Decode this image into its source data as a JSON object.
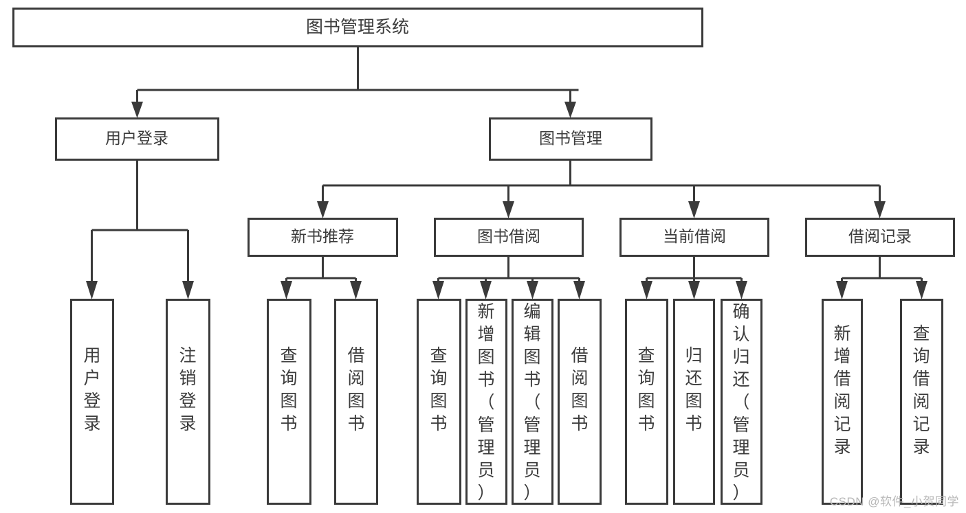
{
  "diagram": {
    "type": "tree-hierarchy",
    "title": "图书管理系统",
    "root": {
      "id": "root",
      "label": "图书管理系统",
      "orientation": "horizontal"
    },
    "level2": [
      {
        "id": "user-login",
        "label": "用户登录",
        "orientation": "horizontal"
      },
      {
        "id": "book-manage",
        "label": "图书管理",
        "orientation": "horizontal"
      }
    ],
    "level3": [
      {
        "id": "new-book-recommend",
        "label": "新书推荐",
        "parent": "book-manage",
        "orientation": "horizontal"
      },
      {
        "id": "book-borrow",
        "label": "图书借阅",
        "parent": "book-manage",
        "orientation": "horizontal"
      },
      {
        "id": "current-borrow",
        "label": "当前借阅",
        "parent": "book-manage",
        "orientation": "horizontal"
      },
      {
        "id": "borrow-record",
        "label": "借阅记录",
        "parent": "book-manage",
        "orientation": "horizontal"
      }
    ],
    "leaves": [
      {
        "id": "leaf-user-login",
        "label": "用户登录",
        "parent": "user-login",
        "orientation": "vertical"
      },
      {
        "id": "leaf-user-logout",
        "label": "注销登录",
        "parent": "user-login",
        "orientation": "vertical"
      },
      {
        "id": "leaf-query-book-1",
        "label": "查询图书",
        "parent": "new-book-recommend",
        "orientation": "vertical"
      },
      {
        "id": "leaf-borrow-book-1",
        "label": "借阅图书",
        "parent": "new-book-recommend",
        "orientation": "vertical"
      },
      {
        "id": "leaf-query-book-2",
        "label": "查询图书",
        "parent": "book-borrow",
        "orientation": "vertical"
      },
      {
        "id": "leaf-add-book",
        "label": "新增图书（管理员）",
        "parent": "book-borrow",
        "orientation": "vertical"
      },
      {
        "id": "leaf-edit-book",
        "label": "编辑图书（管理员）",
        "parent": "book-borrow",
        "orientation": "vertical"
      },
      {
        "id": "leaf-borrow-book-2",
        "label": "借阅图书",
        "parent": "book-borrow",
        "orientation": "vertical"
      },
      {
        "id": "leaf-query-book-3",
        "label": "查询图书",
        "parent": "current-borrow",
        "orientation": "vertical"
      },
      {
        "id": "leaf-return-book",
        "label": "归还图书",
        "parent": "current-borrow",
        "orientation": "vertical"
      },
      {
        "id": "leaf-confirm-return",
        "label": "确认归还（管理员）",
        "parent": "current-borrow",
        "orientation": "vertical"
      },
      {
        "id": "leaf-add-record",
        "label": "新增借阅记录",
        "parent": "borrow-record",
        "orientation": "vertical"
      },
      {
        "id": "leaf-query-record",
        "label": "查询借阅记录",
        "parent": "borrow-record",
        "orientation": "vertical"
      }
    ],
    "colors": {
      "box_stroke": "#3a3a3a",
      "box_fill": "#ffffff",
      "text": "#3c3c3c",
      "connector": "#3a3a3a",
      "background": "#ffffff",
      "watermark": "#b8b8b8"
    }
  },
  "watermark": {
    "text": "CSDN @软件_小贺同学"
  }
}
